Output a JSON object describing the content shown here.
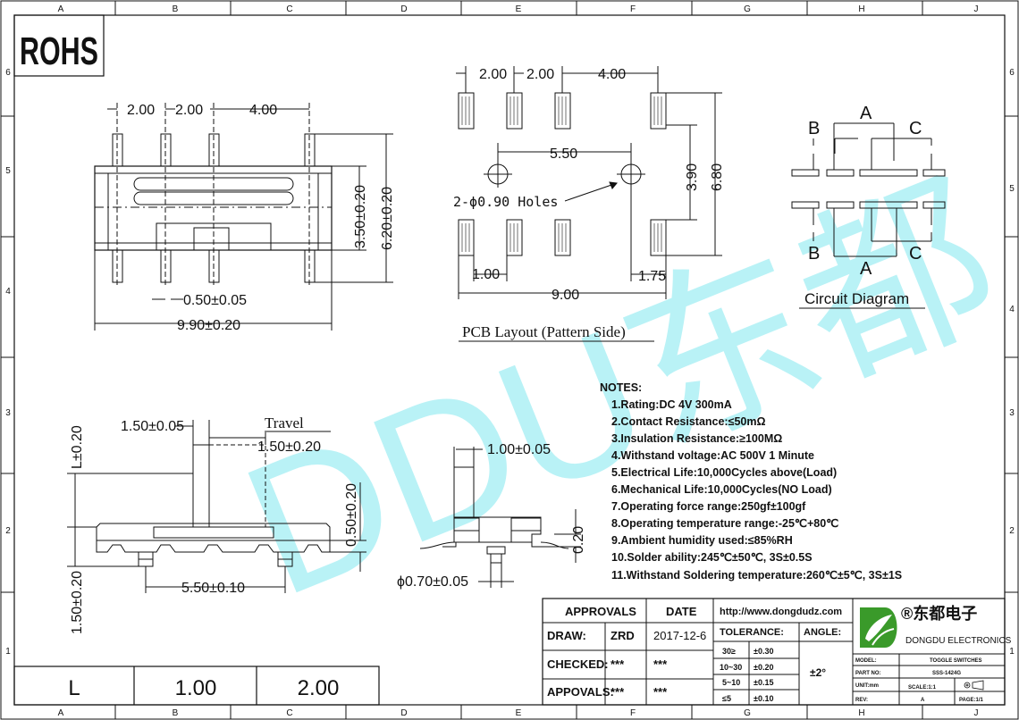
{
  "frame": {
    "columns": [
      "A",
      "B",
      "C",
      "D",
      "E",
      "F",
      "G",
      "H",
      "J"
    ],
    "rows": [
      "6",
      "5",
      "4",
      "3",
      "2",
      "1"
    ]
  },
  "logo_rohs": "ROHS",
  "watermark": "DDU东都",
  "top_view": {
    "pitch_a": "2.00",
    "pitch_b": "2.00",
    "pitch_c": "4.00",
    "height_body": "3.50±0.20",
    "height_total": "6.20±0.20",
    "pin_width": "0.50±0.05",
    "length_total": "9.90±0.20"
  },
  "pcb_layout": {
    "pitch_a": "2.00",
    "pitch_b": "2.00",
    "pitch_c": "4.00",
    "hole_spacing": "5.50",
    "holes_label": "2-ϕ0.90 Holes",
    "row_spacing": "3.90",
    "total_height": "6.80",
    "pad_width": "1.00",
    "edge_offset": "1.75",
    "total_width": "9.00",
    "title": "PCB Layout (Pattern Side)"
  },
  "circuit": {
    "label_a_top": "A",
    "label_b_top": "B",
    "label_c_top": "C",
    "label_a_bottom": "A",
    "label_b_bottom": "B",
    "label_c_bottom": "C",
    "title": "Circuit Diagram"
  },
  "side_view": {
    "actuator_width": "1.50±0.05",
    "travel_label": "Travel",
    "travel_value": "1.50±0.20",
    "l_dim": "L±0.20",
    "lower_dim": "1.50±0.20",
    "right_dim": "0.50±0.20",
    "post_spacing": "5.50±0.10"
  },
  "end_view": {
    "top_width": "1.00±0.05",
    "thickness": "0.20",
    "post_dia": "ϕ0.70±0.05"
  },
  "notes": {
    "heading": "NOTES:",
    "items": [
      "1.Rating:DC 4V 300mA",
      "2.Contact Resistance:≤50mΩ",
      "3.Insulation Resistance:≥100MΩ",
      "4.Withstand voltage:AC 500V 1 Minute",
      "5.Electrical Life:10,000Cycles above(Load)",
      "6.Mechanical Life:10,000Cycles(NO Load)",
      "7.Operating force range:250gf±100gf",
      "8.Operating temperature range:-25℃+80℃",
      "9.Ambient humidity used:≤85%RH",
      "10.Solder ability:245℃±50℃, 3S±0.5S",
      "11.Withstand Soldering temperature:260℃±5℃, 3S±1S"
    ]
  },
  "l_table": {
    "header": "L",
    "values": [
      "1.00",
      "2.00"
    ]
  },
  "title_block": {
    "approvals": "APPROVALS",
    "date": "DATE",
    "draw_label": "DRAW:",
    "draw_name": "ZRD",
    "draw_date": "2017-12-6",
    "checked_label": "CHECKED:",
    "checked_name": "***",
    "checked_date": "***",
    "appovals_label": "APPOVALS:",
    "appovals_name": "***",
    "appovals_date": "***",
    "website": "http://www.dongdudz.com",
    "tolerance": "TOLERANCE:",
    "angle": "ANGLE:",
    "tol_rows": [
      {
        "range": "30≥",
        "value": "±0.30"
      },
      {
        "range": "10~30",
        "value": "±0.20"
      },
      {
        "range": "5~10",
        "value": "±0.15"
      },
      {
        "range": "≤5",
        "value": "±0.10"
      }
    ],
    "angle_value": "±2°",
    "company_cn": "®东都电子",
    "company_en": "DONGDU ELECTRONICS",
    "model_label": "MODEL:",
    "model_value": "TOGGLE SWITCHES",
    "part_label": "PART NO:",
    "part_value": "SSS-1424G",
    "unit_label": "UNIT:mm",
    "scale_label": "SCALE:1:1",
    "rev_label": "REV:",
    "rev_value": "A",
    "page_label": "PAGE:1/1"
  },
  "colors": {
    "line": "#111111",
    "watermark": "#7fe8ef",
    "logo_green": "#3a9a2a"
  }
}
